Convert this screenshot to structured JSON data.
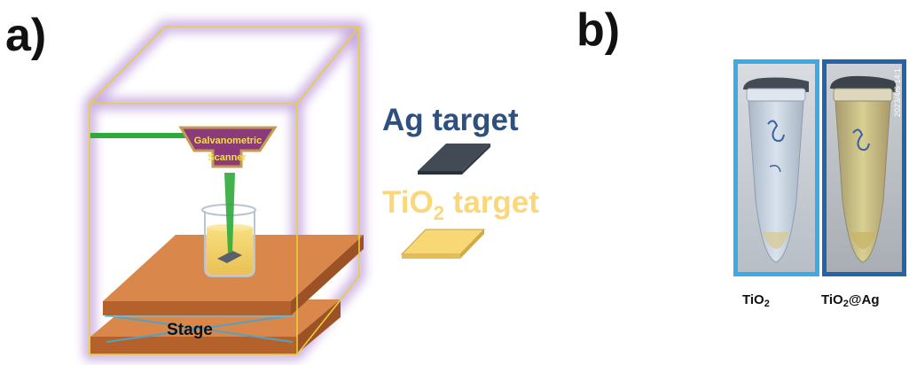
{
  "panels": {
    "a": "a)",
    "b": "b)"
  },
  "diagram": {
    "scanner_line1": "Galvanometric",
    "scanner_line2": "Scanner",
    "stage": "Stage",
    "ag_target": "Ag target",
    "tio2_target_base": "TiO",
    "tio2_target_sub": "2",
    "tio2_target_rest": " target"
  },
  "photo": {
    "date_stamp": "2023/4/6 14:1",
    "caption_left_base": "TiO",
    "caption_left_sub": "2",
    "caption_right_base": "TiO",
    "caption_right_sub": "2",
    "caption_right_rest": "@Ag"
  },
  "colors": {
    "enclosure_glow": "#b48ad6",
    "enclosure_line": "#e7cf3a",
    "laser": "#2eaa3c",
    "scanner_fill": "#8b3a7a",
    "scanner_text": "#f4e33a",
    "stage_plate": "#c8733a",
    "ag_text": "#2f4f7f",
    "ag_target": "#414a55",
    "tio2_text": "#f9d77a",
    "tio2_target": "#f8d775",
    "photo_frame_left": "#3fa9e6",
    "photo_frame_right": "#2563a8"
  }
}
